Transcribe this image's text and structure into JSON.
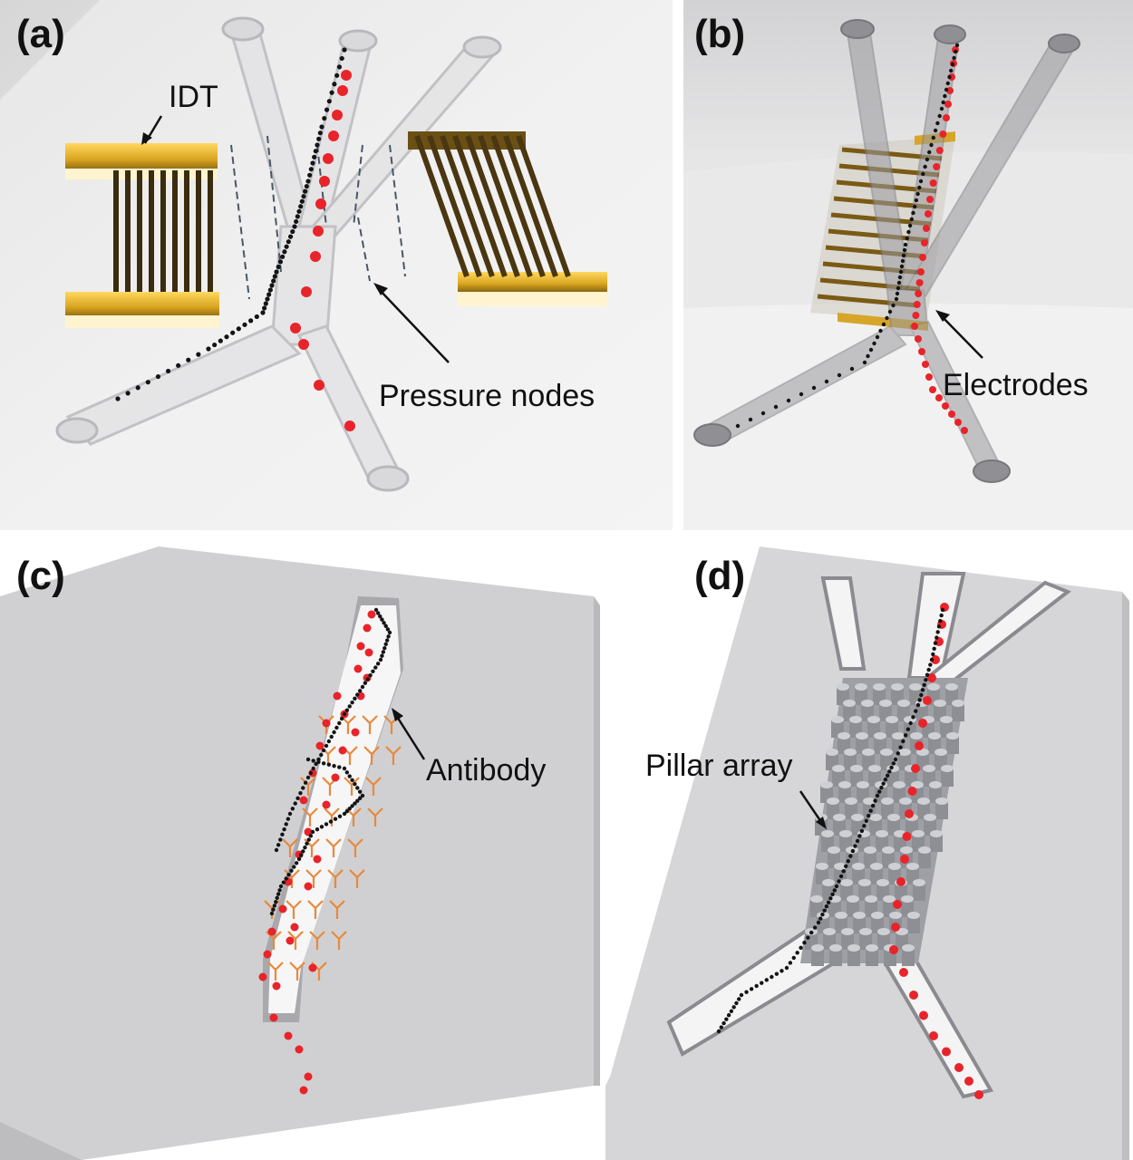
{
  "panels": {
    "a": {
      "label": "(a)",
      "idt": "IDT",
      "pressure_nodes": "Pressure nodes"
    },
    "b": {
      "label": "(b)",
      "electrodes": "Electrodes"
    },
    "c": {
      "label": "(c)",
      "antibody": "Antibody"
    },
    "d": {
      "label": "(d)",
      "pillar_array": "Pillar array"
    }
  },
  "colors": {
    "red_particle": "#e8242a",
    "black_particle": "#141414",
    "gold": "#b8902a",
    "gold_bright": "#f0c23c",
    "antibody": "#e8893a",
    "chip": "#cfcfd0",
    "channel": "#e9e9ea"
  }
}
